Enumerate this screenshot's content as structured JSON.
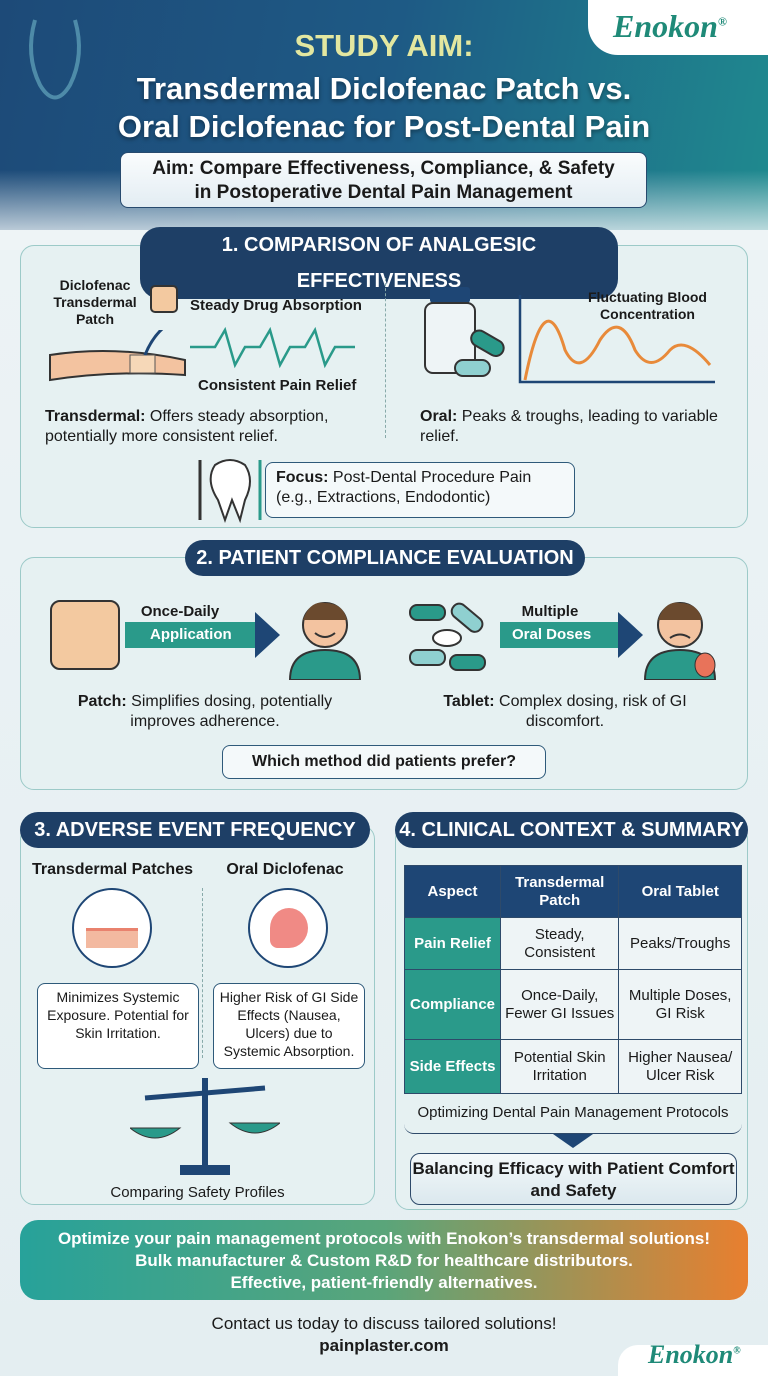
{
  "brand": {
    "logo": "Enokon",
    "registered": "®"
  },
  "header": {
    "kicker": "STUDY AIM:",
    "title_line1": "Transdermal Diclofenac Patch vs.",
    "title_line2": "Oral Diclofenac for Post-Dental Pain",
    "aim_line1": "Aim: Compare Effectiveness, Compliance, & Safety",
    "aim_line2": "in Postoperative Dental Pain Management"
  },
  "section1": {
    "title": "1. COMPARISON OF ANALGESIC EFFECTIVENESS",
    "patch_label": "Diclofenac Transdermal Patch",
    "steady": "Steady Drug Absorption",
    "consistent": "Consistent Pain Relief",
    "transdermal_bold": "Transdermal:",
    "transdermal_text": " Offers steady absorption, potentially more consistent relief.",
    "fluctuating": "Fluctuating Blood Concentration",
    "oral_bold": "Oral:",
    "oral_text": " Peaks & troughs, leading to variable relief.",
    "focus_bold": "Focus:",
    "focus_text": " Post-Dental Procedure Pain (e.g., Extractions, Endodontic)"
  },
  "section2": {
    "title": "2. PATIENT COMPLIANCE EVALUATION",
    "once": "Once-Daily",
    "application": "Application",
    "multiple": "Multiple",
    "oral_doses": "Oral Doses",
    "patch_bold": "Patch:",
    "patch_text": " Simplifies dosing, potentially improves adherence.",
    "tablet_bold": "Tablet:",
    "tablet_text": " Complex dosing, risk of GI discomfort.",
    "question": "Which method did patients prefer?"
  },
  "section3": {
    "title": "3. ADVERSE EVENT FREQUENCY",
    "col1": "Transdermal Patches",
    "col2": "Oral Diclofenac",
    "note1": "Minimizes Systemic Exposure. Potential for Skin Irritation.",
    "note2": "Higher Risk of GI Side Effects (Nausea, Ulcers) due to Systemic Absorption.",
    "caption": "Comparing Safety Profiles"
  },
  "section4": {
    "title": "4. CLINICAL CONTEXT & SUMMARY",
    "headers": [
      "Aspect",
      "Transdermal Patch",
      "Oral Tablet"
    ],
    "rows": [
      [
        "Pain Relief",
        "Steady, Consistent",
        "Peaks/Troughs"
      ],
      [
        "Compliance",
        "Once-Daily, Fewer GI Issues",
        "Multiple Doses, GI Risk"
      ],
      [
        "Side Effects",
        "Potential Skin Irritation",
        "Higher Nausea/ Ulcer Risk"
      ]
    ],
    "protocols": "Optimizing Dental Pain Management Protocols",
    "conclusion": "Balancing Efficacy with Patient Comfort and Safety"
  },
  "banner": {
    "line1": "Optimize your pain management protocols with Enokon’s transdermal solutions!",
    "line2": "Bulk manufacturer & Custom R&D for healthcare distributors.",
    "line3": "Effective, patient-friendly alternatives."
  },
  "footer": {
    "contact": "Contact us today to discuss tailored solutions!",
    "website": "painplaster.com"
  },
  "colors": {
    "navy": "#1e3f66",
    "teal": "#2a9a8a",
    "orange": "#e87f2f"
  }
}
